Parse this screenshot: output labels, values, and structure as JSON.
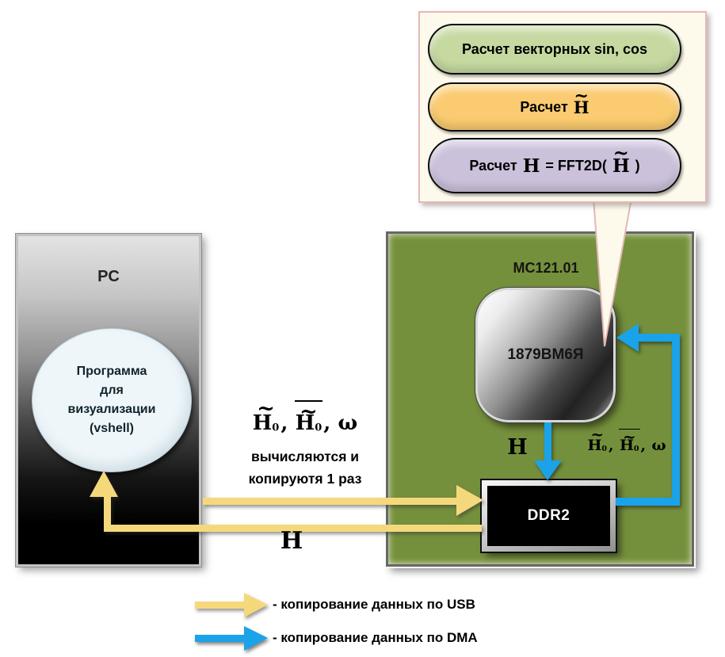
{
  "colors": {
    "usb": "#F6D87C",
    "dma": "#1AA3E8",
    "board_green": "#75903C",
    "callout_bg": "#FDFAEC",
    "callout_border": "#E3B8B6",
    "pill_green": "#C6D9A1",
    "pill_orange": "#FACB70",
    "pill_purple": "#CBC1DB"
  },
  "math": {
    "H": "H",
    "tilde": "~",
    "sub_zero": "0",
    "omega": "ω",
    "comma": ",",
    "equals_fft": "= FFT2D(",
    "close_paren": ")"
  },
  "callout": {
    "step1": "Расчет векторных sin, cos",
    "step2_prefix": "Расчет",
    "step3_prefix": "Расчет"
  },
  "pc": {
    "title": "PC",
    "program_lines": [
      "Программа",
      "для",
      "визуализации",
      "(vshell)"
    ]
  },
  "board": {
    "title": "MC121.01",
    "chip": "1879ВМ6Я",
    "memory": "DDR2"
  },
  "usb_link": {
    "note_line1": "вычисляются и",
    "note_line2": "копируютя 1 раз"
  },
  "legend": {
    "usb": "- копирование данных по USB",
    "dma": "- копирование данных по DMA"
  }
}
